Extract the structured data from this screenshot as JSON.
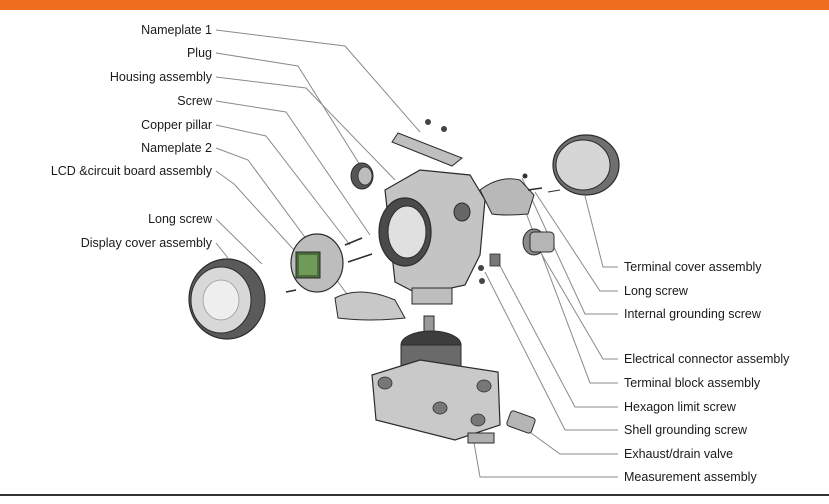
{
  "left_labels": [
    "Nameplate 1",
    "Plug",
    "Housing assembly",
    "Screw",
    "Copper pillar",
    "Nameplate 2",
    "LCD &circuit board assembly",
    "Long screw",
    "Display cover assembly"
  ],
  "right_labels": [
    "Terminal cover assembly",
    "Long  screw",
    "Internal grounding  screw",
    "Electrical connector assembly",
    "Terminal block assembly",
    "Hexagon limit screw",
    "Shell grounding screw",
    "Exhaust/drain valve",
    "Measurement assembly"
  ],
  "colors": {
    "accent": "#ee6e1f",
    "leader": "#8a8a8a",
    "part": "#c9c9c9",
    "outline": "#2b2b2b"
  }
}
